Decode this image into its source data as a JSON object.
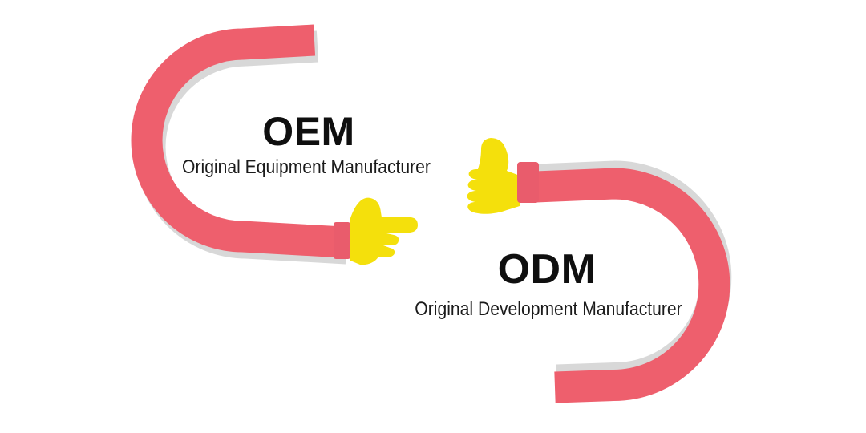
{
  "figure": {
    "kind": "oem-vs-odm-illustration",
    "background": "#FFFFFF",
    "oem": {
      "abbr": "OEM",
      "full": "Original Equipment Manufacturer",
      "hand_icon": "pointing-right-hand",
      "arc_opening": "right"
    },
    "odm": {
      "abbr": "ODM",
      "full": "Original Development Manufacturer",
      "hand_icon": "thumbs-up-hand",
      "arc_opening": "left"
    }
  },
  "colors": {
    "background": "#FFFFFF",
    "arc": "#EE5F6D",
    "cuff": "#E95C6C",
    "hand": "#F4E00C",
    "shadow": "#D8D8D8",
    "text": "#0F0F0F",
    "subtext": "#1B1B1B"
  }
}
